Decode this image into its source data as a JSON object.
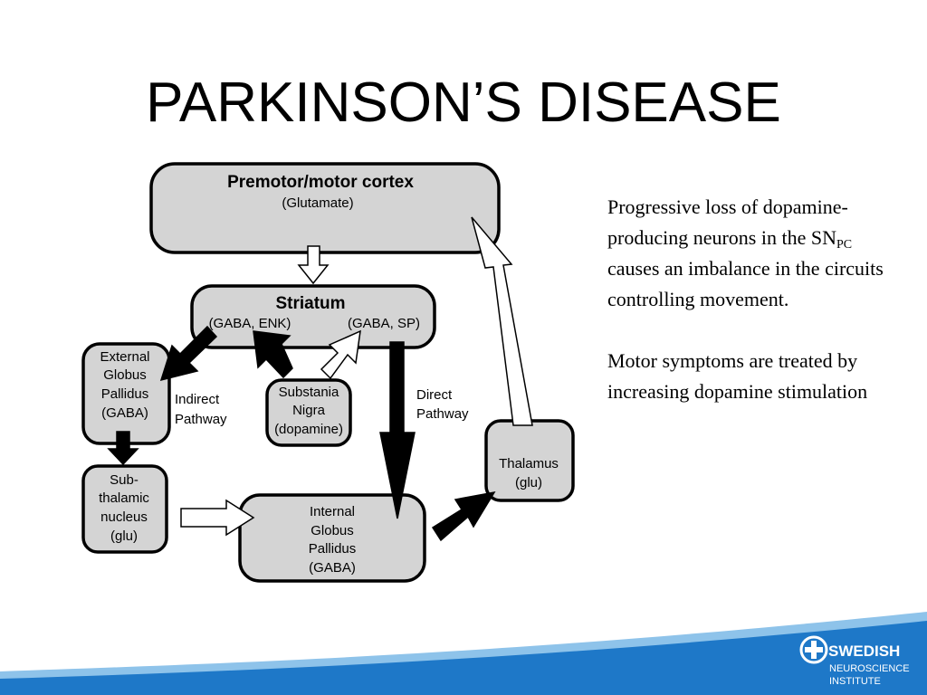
{
  "slide": {
    "title": "PARKINSON’S DISEASE",
    "body": {
      "para1_pre": "Progressive loss of dopamine-producing neurons in the SN",
      "para1_sub": "PC",
      "para1_post": " causes an imbalance in the circuits controlling movement.",
      "para2": "Motor symptoms are treated by increasing dopamine stimulation"
    }
  },
  "diagram": {
    "cortex": {
      "title": "Premotor/motor cortex",
      "sub": "(Glutamate)"
    },
    "striatum": {
      "title": "Striatum",
      "left_sub": "(GABA, ENK)",
      "right_sub": "(GABA, SP)"
    },
    "gpe": {
      "lines": [
        "External",
        "Globus",
        "Pallidus",
        "(GABA)"
      ]
    },
    "snc": {
      "lines": [
        "Substania",
        "Nigra",
        "(dopamine)"
      ]
    },
    "stn": {
      "lines": [
        "Sub-",
        "thalamic",
        "nucleus",
        "(glu)"
      ]
    },
    "gpi": {
      "lines": [
        "Internal",
        "Globus",
        "Pallidus",
        "(GABA)"
      ]
    },
    "thalamus": {
      "lines": [
        "Thalamus",
        "(glu)"
      ]
    },
    "indirect": {
      "lines": [
        "Indirect",
        "Pathway"
      ]
    },
    "direct": {
      "lines": [
        "Direct",
        "Pathway"
      ]
    }
  },
  "brand": {
    "name": "SWEDISH",
    "line2": "NEUROSCIENCE",
    "line3": "INSTITUTE",
    "colors": {
      "wave_dark": "#1e78c8",
      "wave_light": "#8ec3ea"
    }
  }
}
